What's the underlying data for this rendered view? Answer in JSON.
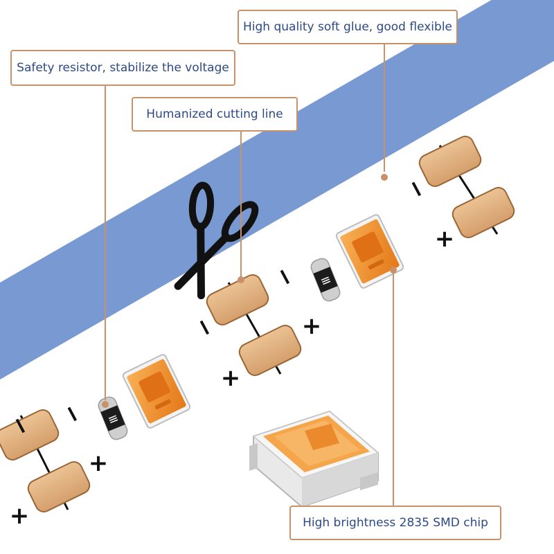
{
  "callouts": {
    "glue": "High quality soft glue, good flexible",
    "resistor": "Safety resistor, stabilize the voltage",
    "cutting": "Humanized cutting line",
    "chip": "High brightness 2835 SMD chip"
  },
  "pad_signs": {
    "minus": "−",
    "plus": "+"
  },
  "resistor_code": "≡",
  "colors": {
    "background_band": "#7899d1",
    "strip": "#ffffff",
    "copper_pad": "#e2b281",
    "copper_pad_border": "#9a6536",
    "led_chip": "#f28e2b",
    "callout_border": "#c8916a",
    "callout_text": "#2c4a86"
  }
}
